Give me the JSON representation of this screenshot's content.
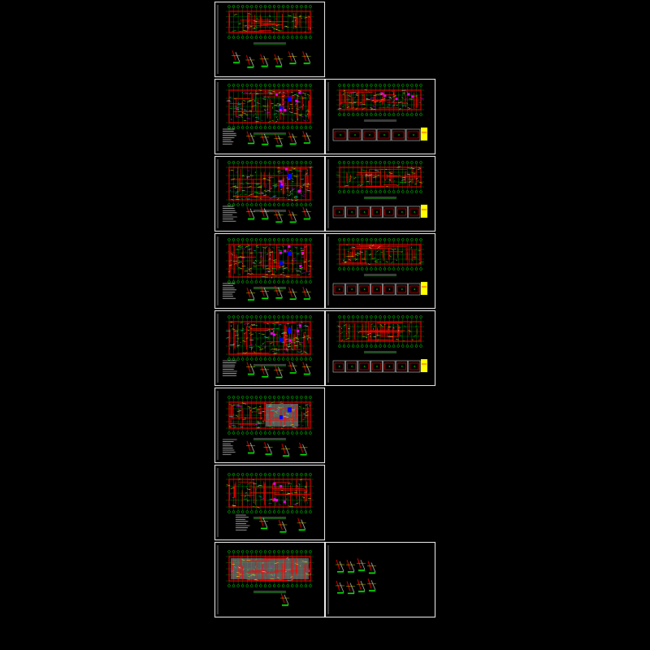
{
  "viewport": {
    "background": "#000000",
    "description_free": true
  },
  "colors": {
    "sheet_border": "#ffffff",
    "axis_green": "#00ff00",
    "wall_red": "#ff0000",
    "rebar_yellow": "#ffff00",
    "accent_magenta": "#ff00ff",
    "accent_cyan": "#00ffff",
    "accent_blue": "#0000ff",
    "title_block_yellow": "#ffff00",
    "gray_fill": "#808080"
  },
  "sheets": [
    {
      "id": "sheet-1",
      "column": 1,
      "row": 1,
      "kind": "plan-with-details",
      "has_color_blocks": false
    },
    {
      "id": "sheet-2",
      "column": 1,
      "row": 2,
      "kind": "plan-dense",
      "has_color_blocks": true
    },
    {
      "id": "sheet-3",
      "column": 2,
      "row": 2,
      "kind": "plan-with-schedule",
      "has_color_blocks": true
    },
    {
      "id": "sheet-4",
      "column": 1,
      "row": 3,
      "kind": "plan-dense",
      "has_color_blocks": true
    },
    {
      "id": "sheet-5",
      "column": 2,
      "row": 3,
      "kind": "plan-with-schedule",
      "has_color_blocks": false
    },
    {
      "id": "sheet-6",
      "column": 1,
      "row": 4,
      "kind": "plan-dense",
      "has_color_blocks": true
    },
    {
      "id": "sheet-7",
      "column": 2,
      "row": 4,
      "kind": "plan-with-schedule",
      "has_color_blocks": false
    },
    {
      "id": "sheet-8",
      "column": 1,
      "row": 5,
      "kind": "plan-dense",
      "has_color_blocks": true
    },
    {
      "id": "sheet-9",
      "column": 2,
      "row": 5,
      "kind": "plan-with-schedule",
      "has_color_blocks": false
    },
    {
      "id": "sheet-10",
      "column": 1,
      "row": 6,
      "kind": "plan-gray-zone",
      "has_color_blocks": true
    },
    {
      "id": "sheet-11",
      "column": 1,
      "row": 7,
      "kind": "plan-light",
      "has_color_blocks": true
    },
    {
      "id": "sheet-12",
      "column": 1,
      "row": 8,
      "kind": "plan-gray-base",
      "has_color_blocks": true
    },
    {
      "id": "sheet-13",
      "column": 2,
      "row": 8,
      "kind": "details-only",
      "has_color_blocks": false
    }
  ]
}
